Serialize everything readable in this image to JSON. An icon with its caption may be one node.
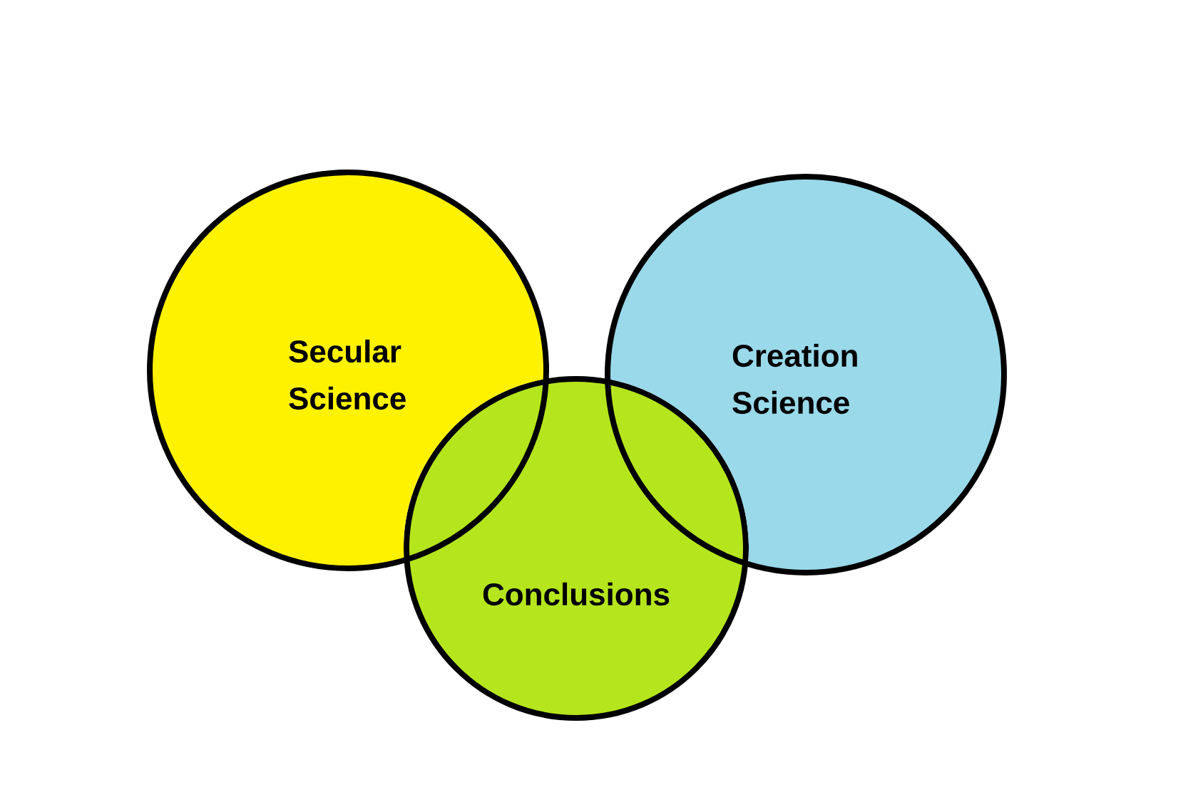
{
  "diagram": {
    "nodes": [
      {
        "text": [
          "Secular Science"
        ]
      },
      {
        "text": [
          "Creation Science"
        ]
      },
      {
        "text": [
          "Conclusions"
        ]
      }
    ]
  }
}
